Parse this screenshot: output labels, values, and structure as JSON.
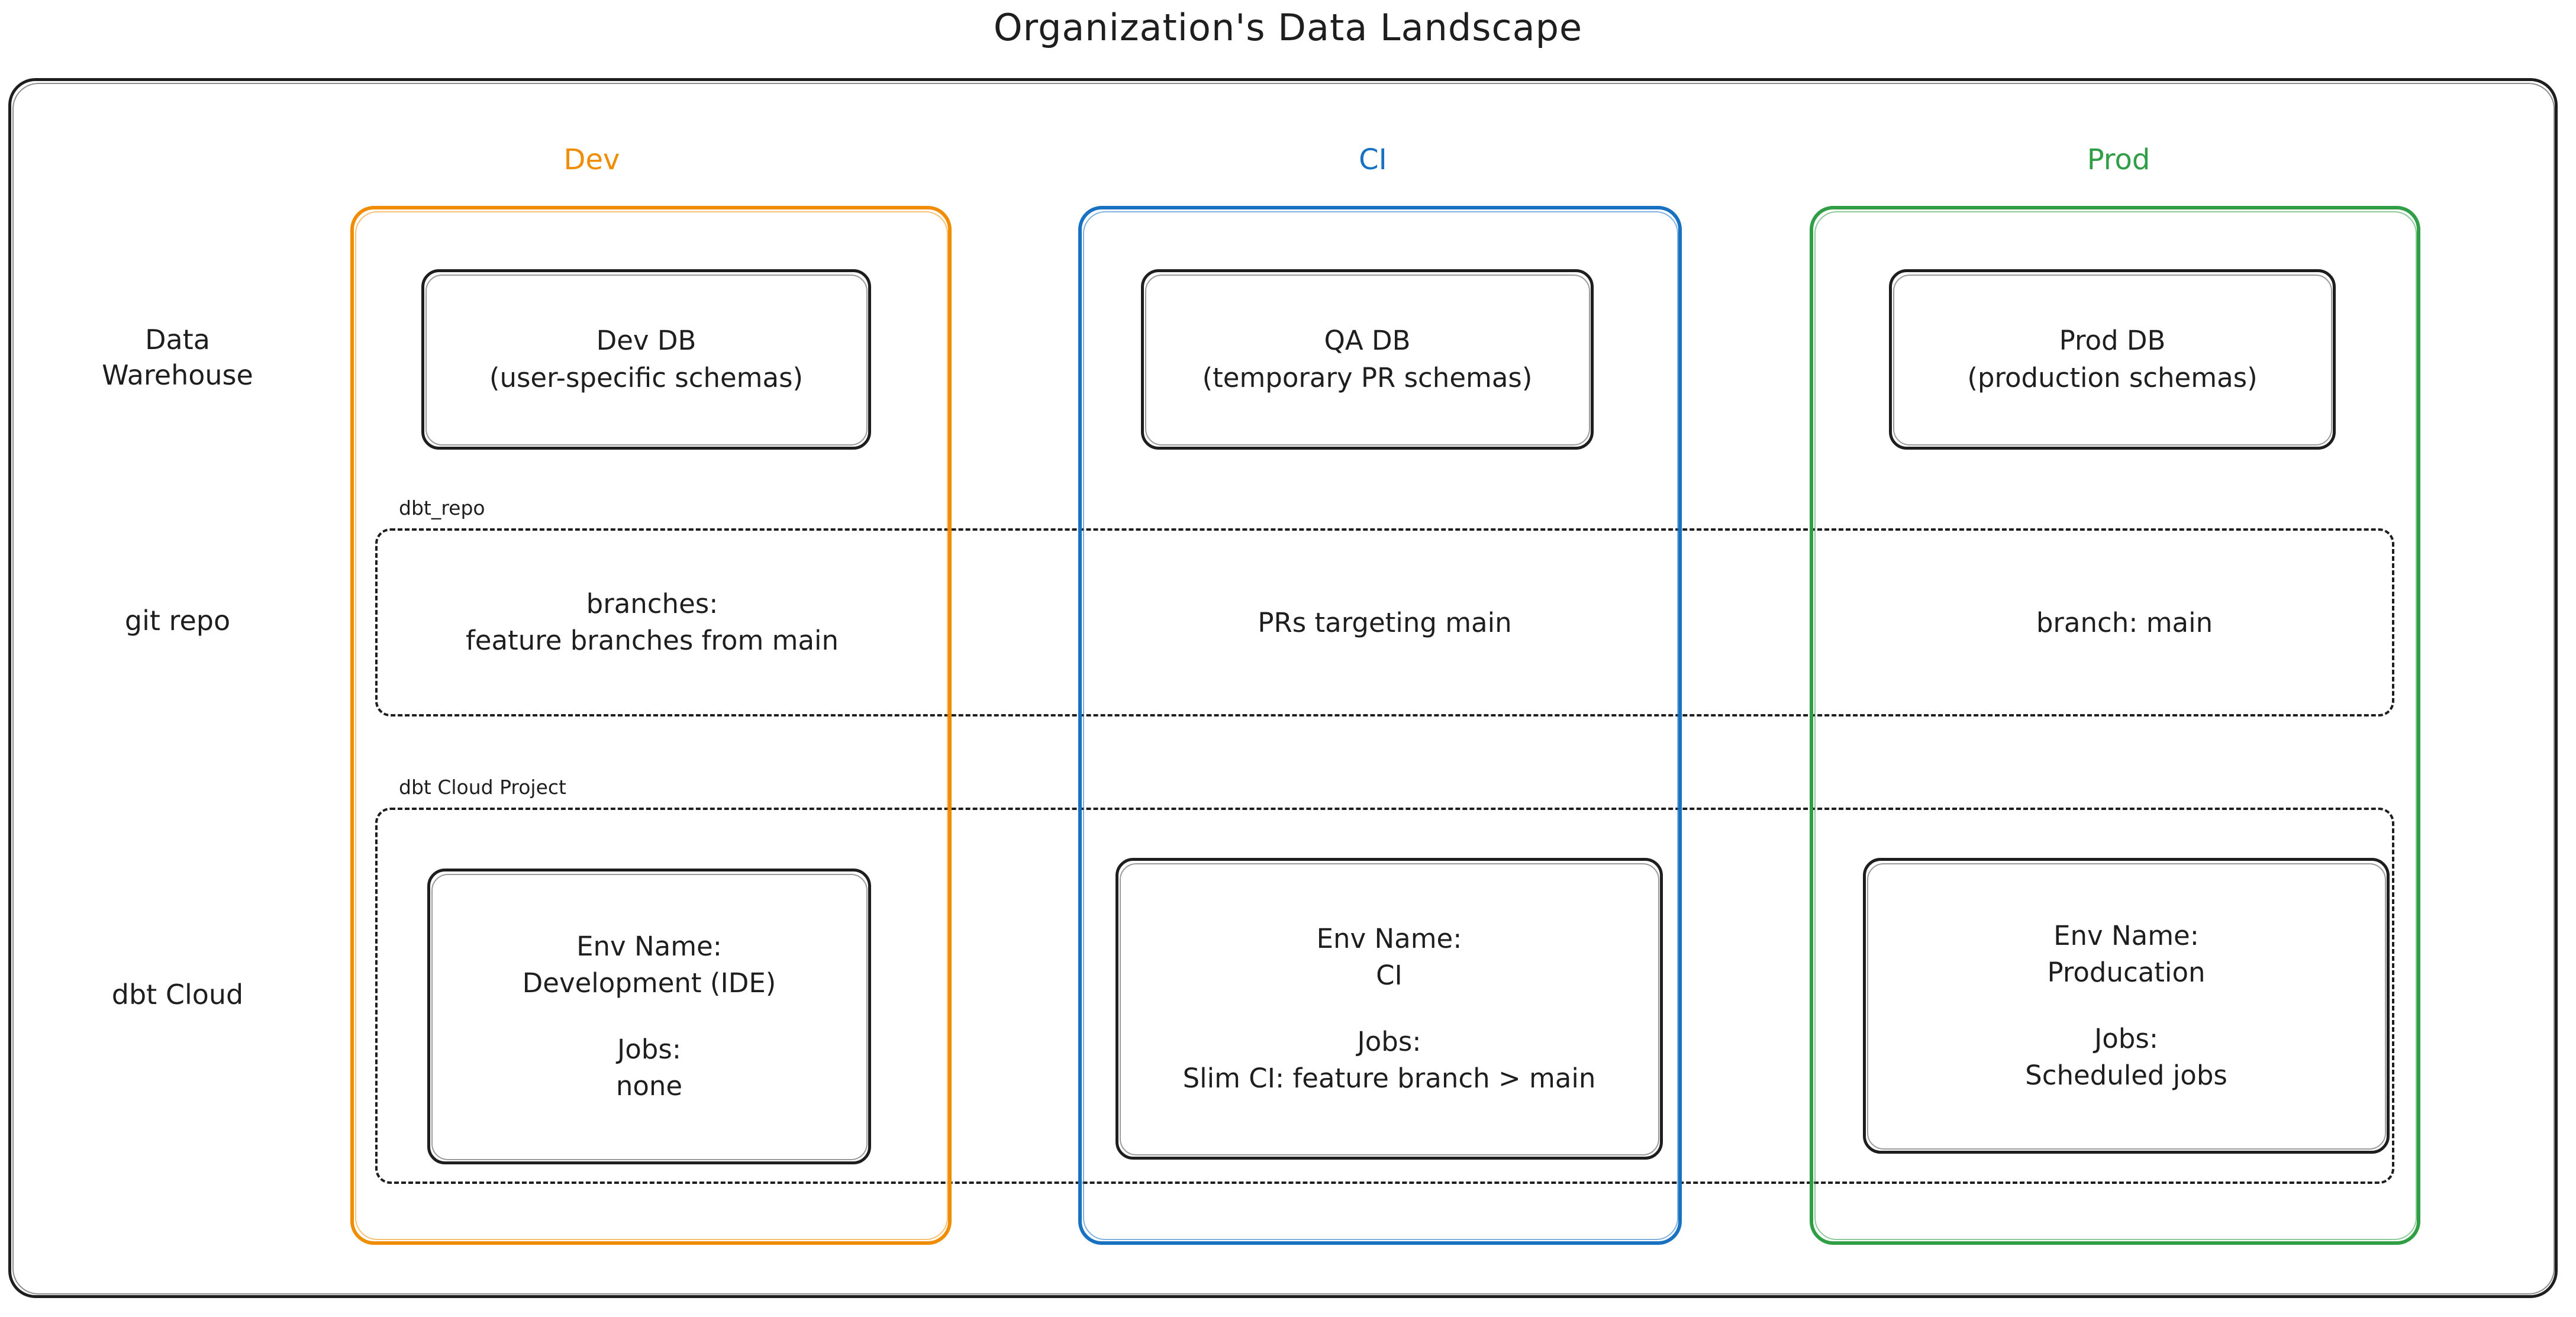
{
  "title": "Organization's Data Landscape",
  "columns": [
    {
      "label": "Dev",
      "color": "#f08c00"
    },
    {
      "label": "CI",
      "color": "#1971c2"
    },
    {
      "label": "Prod",
      "color": "#2f9e44"
    }
  ],
  "rows": [
    {
      "label": "Data\nWarehouse"
    },
    {
      "label": "git repo"
    },
    {
      "label": "dbt Cloud"
    }
  ],
  "groups": {
    "repo_label": "dbt_repo",
    "cloud_label": "dbt Cloud Project"
  },
  "warehouse": {
    "dev": "Dev DB\n(user-specific schemas)",
    "ci": "QA DB\n(temporary PR schemas)",
    "prod": "Prod DB\n(production schemas)"
  },
  "git_repo": {
    "dev": "branches:\nfeature branches from main",
    "ci": "PRs targeting main",
    "prod": "branch: main"
  },
  "dbt_cloud": {
    "dev": {
      "env": "Env Name:\nDevelopment (IDE)",
      "jobs": "Jobs:\nnone"
    },
    "ci": {
      "env": "Env Name:\nCI",
      "jobs": "Jobs:\nSlim CI: feature branch > main"
    },
    "prod": {
      "env": "Env Name:\nProducation",
      "jobs": "Jobs:\nScheduled jobs"
    }
  }
}
